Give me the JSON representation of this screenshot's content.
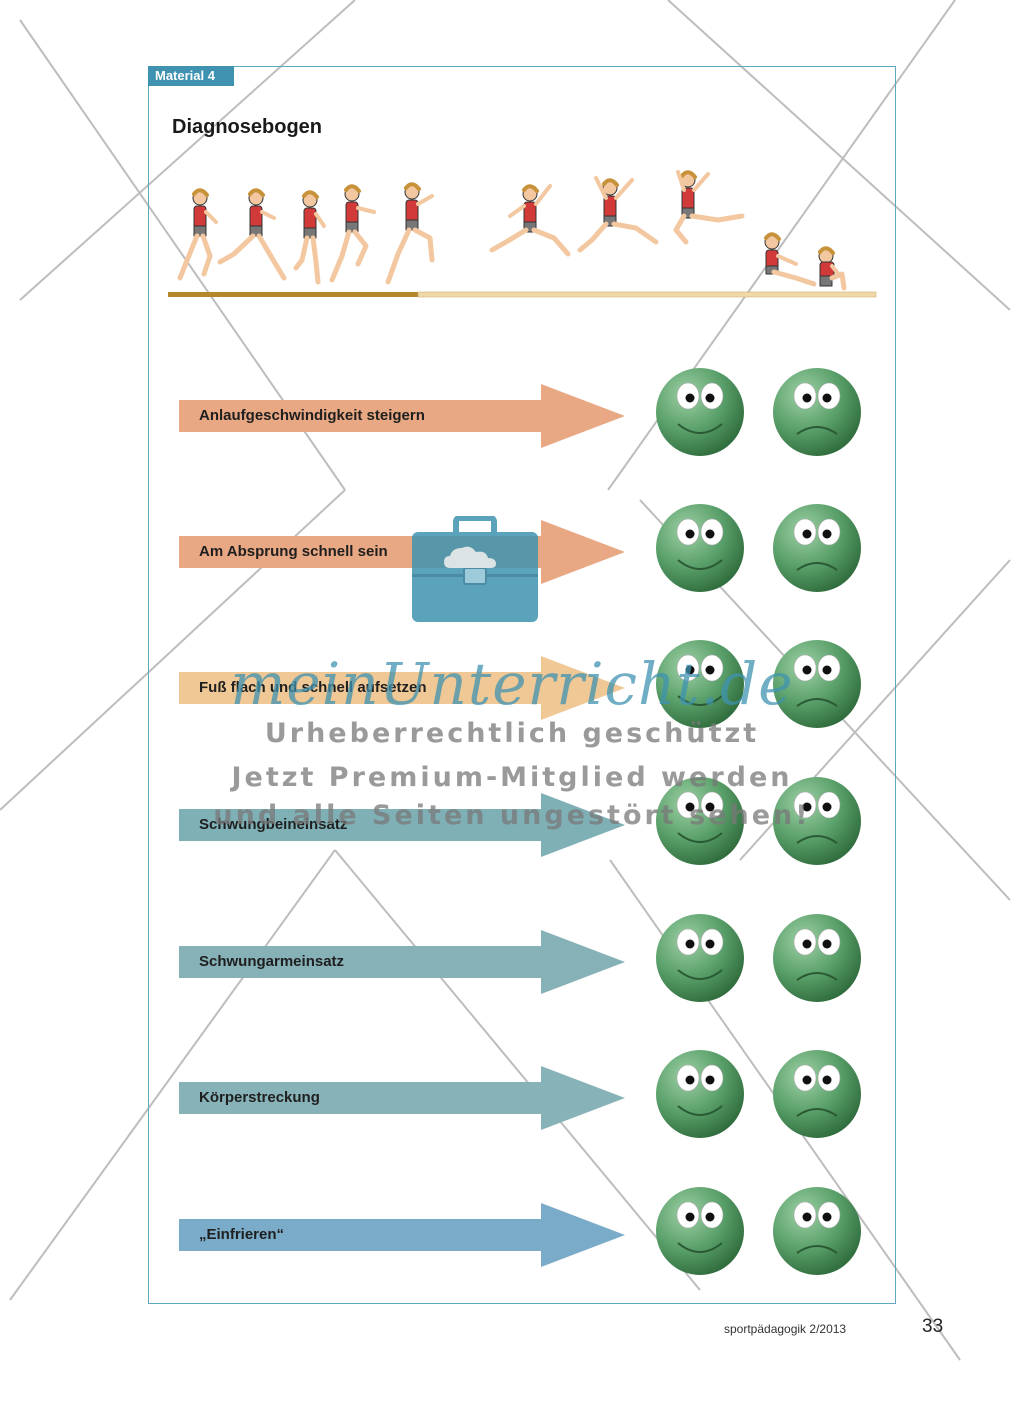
{
  "header": {
    "material_tag": "Material 4",
    "title": "Diagnosebogen"
  },
  "colors": {
    "frame": "#5fa9c0",
    "tag_bg": "#3f93b0",
    "face_green": "#5aa06a",
    "track_dark": "#b5862a",
    "track_light": "#f0d9a8"
  },
  "icons": {
    "happy": "happy-face-icon",
    "sad": "sad-face-icon",
    "jumper": "long-jumper-figure"
  },
  "rows": [
    {
      "label": "Anlaufgeschwindigkeit steigern",
      "color": "#e8a883"
    },
    {
      "label": "Am Absprung schnell sein",
      "color": "#e8a883"
    },
    {
      "label": "Fuß flach und schnell aufsetzen",
      "color": "#f0c896"
    },
    {
      "label": "Schwungbeineinsatz",
      "color": "#7fb0b6"
    },
    {
      "label": "Schwungarmeinsatz",
      "color": "#85b1b7"
    },
    {
      "label": "Körperstreckung",
      "color": "#87b3b8"
    },
    {
      "label": "„Einfrieren“",
      "color": "#7aabc8"
    }
  ],
  "watermark": {
    "logo": "meinUnterricht.de",
    "line1": "Urheberrechtlich geschützt",
    "line2": "Jetzt Premium-Mitglied werden",
    "line3": "und alle Seiten ungestört sehen!"
  },
  "footer": {
    "publication": "sportpädagogik 2/2013",
    "page_number": "33"
  }
}
